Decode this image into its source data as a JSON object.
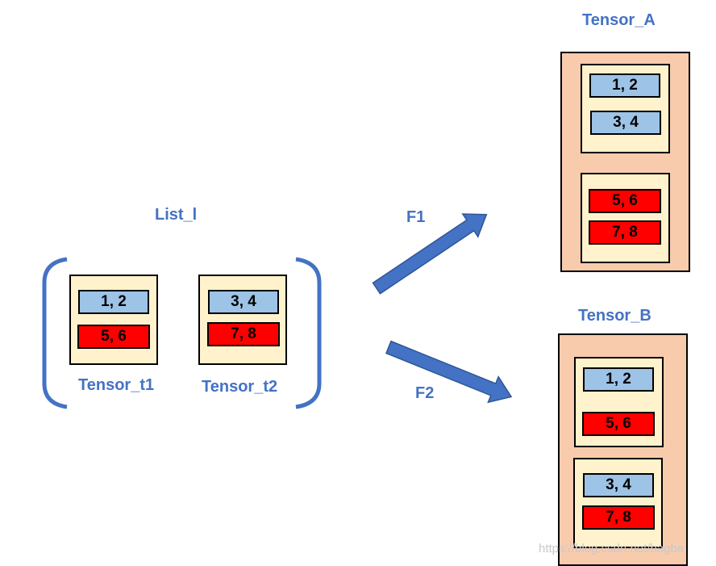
{
  "list": {
    "title": "List_l",
    "tensor_t1": {
      "label": "Tensor_t1",
      "row1": "1, 2",
      "row2": "5, 6"
    },
    "tensor_t2": {
      "label": "Tensor_t2",
      "row1": "3, 4",
      "row2": "7, 8"
    }
  },
  "arrows": {
    "f1": "F1",
    "f2": "F2"
  },
  "tensor_a": {
    "title": "Tensor_A",
    "block1": {
      "row1": "1, 2",
      "row2": "3, 4"
    },
    "block2": {
      "row1": "5, 6",
      "row2": "7, 8"
    }
  },
  "tensor_b": {
    "title": "Tensor_B",
    "block1": {
      "row1": "1, 2",
      "row2": "5, 6"
    },
    "block2": {
      "row1": "3, 4",
      "row2": "7, 8"
    }
  },
  "watermark": "https://blog.csdn.net/bagba",
  "colors": {
    "label": "#4472c4",
    "bracket": "#4472c4",
    "arrow": "#4472c4",
    "outer_fill": "#f8cbad",
    "inner_fill": "#fff2cc",
    "blue_cell": "#9dc3e6",
    "red_cell": "#ff0000"
  }
}
